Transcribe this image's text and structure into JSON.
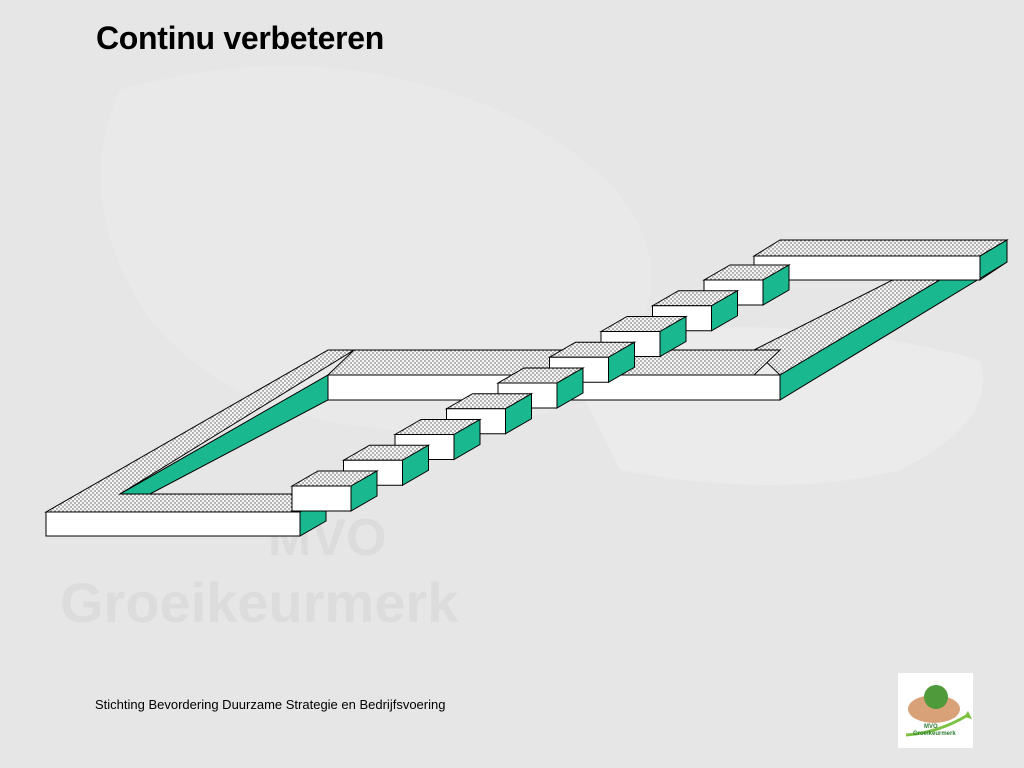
{
  "slide": {
    "title": "Continu verbeteren",
    "footer": "Stichting Bevordering Duurzame Strategie en Bedrijfsvoering"
  },
  "watermark": {
    "line1": "MVO",
    "line2": "Groeikeurmerk"
  },
  "logo": {
    "line1": "MVO",
    "line2": "Groeikeurmerk"
  },
  "colors": {
    "background": "#e6e6e6",
    "accent_green": "#19b88f",
    "face_white": "#ffffff",
    "outline": "#000000"
  }
}
